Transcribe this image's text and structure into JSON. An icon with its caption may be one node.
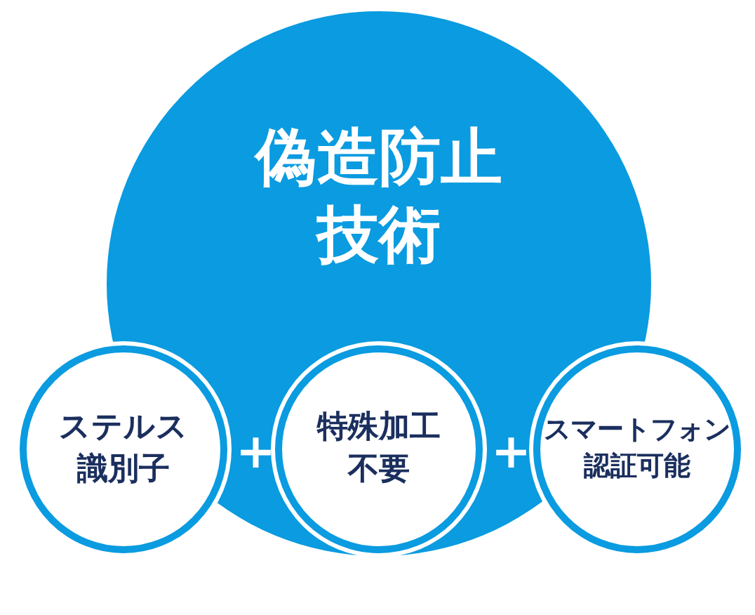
{
  "diagram": {
    "nodes": [
      {
        "text": [
          "偽造防止技術"
        ]
      },
      {
        "text": [
          "ステルス識別子"
        ]
      },
      {
        "text": [
          "特殊加工不要"
        ],
        "in": 0
      },
      {
        "text": [
          "スマートフォン認証可能"
        ]
      }
    ],
    "labels": [
      "+",
      "+"
    ]
  }
}
